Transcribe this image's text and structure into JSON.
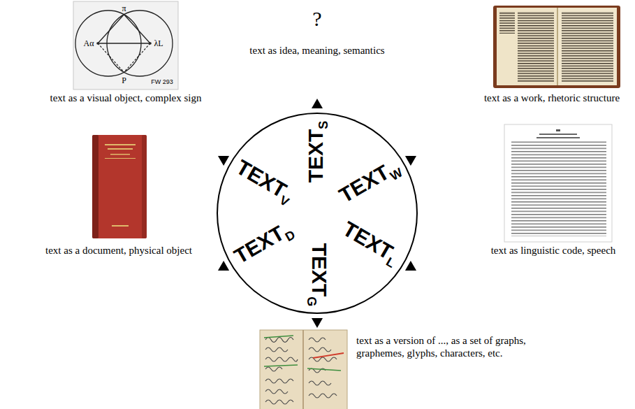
{
  "diagram": {
    "nodes": [
      {
        "text": [
          "TEXT",
          "S",
          "TEXT",
          "W",
          "TEXT",
          "L",
          "TEXT",
          "G",
          "TEXT",
          "D",
          "TEXT",
          "V"
        ]
      }
    ],
    "labels": [
      "?",
      "text as idea, meaning, semantics",
      "π",
      "Aα",
      "λL",
      "P",
      "FW 293",
      "text as a visual object, complex sign",
      "text as a work, rhetoric structure",
      "text as a document, physical object",
      "text as linguistic code, speech",
      "text as a version of ..., as a set of graphs, graphemes, glyphs, characters, etc."
    ]
  }
}
